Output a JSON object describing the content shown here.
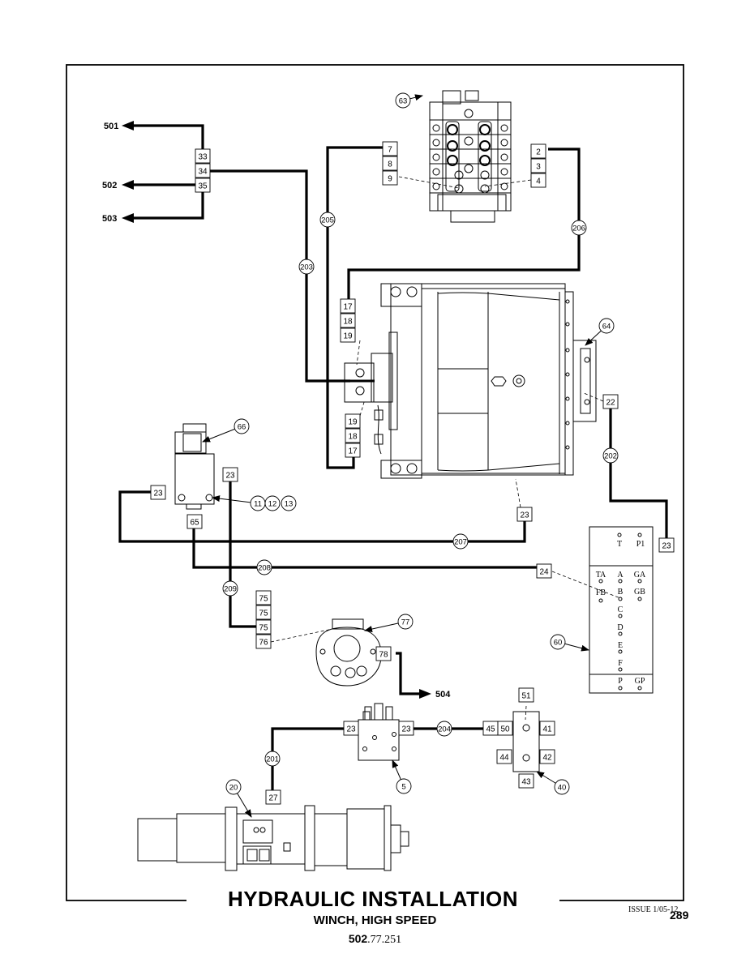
{
  "title": "HYDRAULIC INSTALLATION",
  "subtitle": "WINCH, HIGH SPEED",
  "part_prefix": "502",
  "part_suffix": ".77.251",
  "issue": "ISSUE 1/05-12",
  "page_number": "289",
  "arrows": [
    {
      "id": "501",
      "label": "501"
    },
    {
      "id": "502",
      "label": "502"
    },
    {
      "id": "503",
      "label": "503"
    },
    {
      "id": "504",
      "label": "504"
    }
  ],
  "line_tags": [
    "201",
    "202",
    "203",
    "205",
    "206",
    "207",
    "208",
    "209",
    "204"
  ],
  "component_tags": [
    "63",
    "64",
    "66",
    "11",
    "12",
    "13",
    "20",
    "5",
    "40",
    "60",
    "77"
  ],
  "port_boxes": [
    "33",
    "34",
    "35",
    "7",
    "8",
    "9",
    "2",
    "3",
    "4",
    "17",
    "18",
    "19",
    "19",
    "18",
    "17",
    "22",
    "23",
    "23",
    "23",
    "65",
    "23",
    "24",
    "75",
    "75",
    "75",
    "76",
    "78",
    "51",
    "45",
    "50",
    "41",
    "44",
    "42",
    "43",
    "23",
    "23",
    "27"
  ],
  "block_ports": {
    "col1": [
      "T",
      "TA",
      "FB",
      "",
      "",
      "",
      ""
    ],
    "col2": [
      "P1",
      "GA",
      "GB",
      "",
      "",
      "",
      "GP"
    ],
    "center": [
      "A",
      "B",
      "C",
      "D",
      "E",
      "F",
      "P"
    ]
  }
}
